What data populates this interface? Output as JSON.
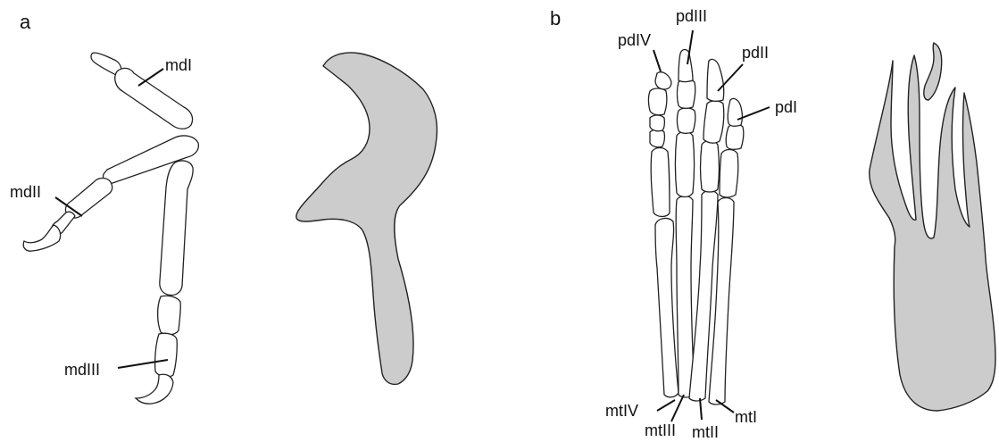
{
  "panels": {
    "a": {
      "letter": "a",
      "labels": {
        "mdI": "mdI",
        "mdII": "mdII",
        "mdIII": "mdIII"
      }
    },
    "b": {
      "letter": "b",
      "labels": {
        "pdIV": "pdIV",
        "pdIII": "pdIII",
        "pdII": "pdII",
        "pdI": "pdI",
        "mtIV": "mtIV",
        "mtIII": "mtIII",
        "mtII": "mtII",
        "mtI": "mtI"
      }
    }
  },
  "colors": {
    "outline": "#222222",
    "silhouette_fill": "#cccccc",
    "background": "#ffffff"
  }
}
